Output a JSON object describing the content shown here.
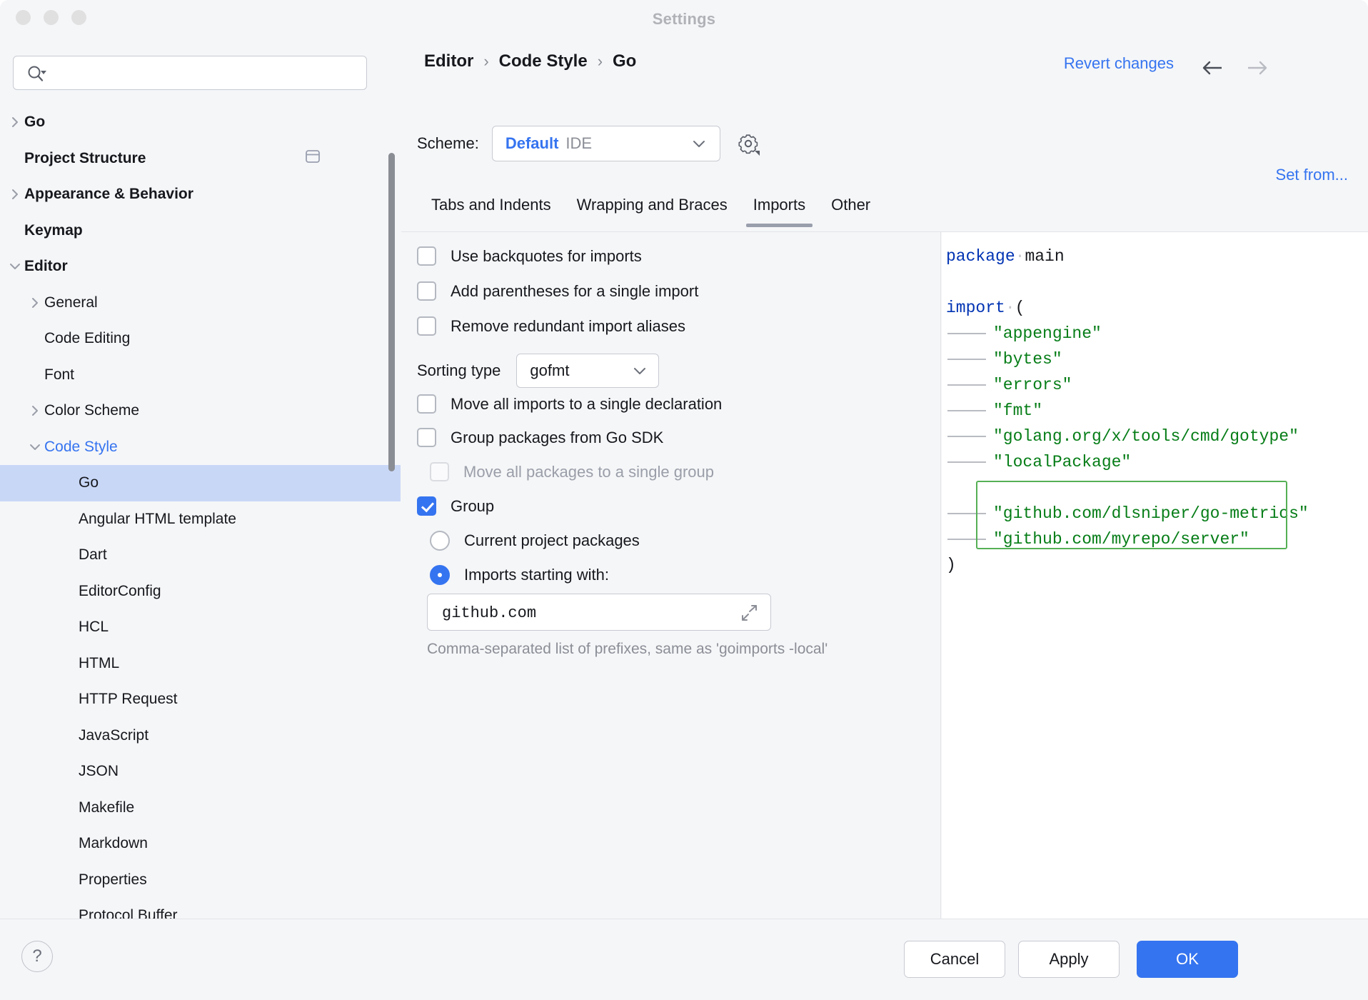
{
  "window": {
    "title": "Settings",
    "traffic_lights": [
      "close",
      "minimize",
      "zoom"
    ]
  },
  "sidebar": {
    "search": {
      "value": "",
      "placeholder": "",
      "icon": "search-icon"
    },
    "items": [
      {
        "label": "Go",
        "depth": 0,
        "bold": true,
        "arrow": "right",
        "selected": false
      },
      {
        "label": "Project Structure",
        "depth": 0,
        "bold": true,
        "arrow": "none",
        "selected": false,
        "trailing_icon": "window-icon"
      },
      {
        "label": "Appearance & Behavior",
        "depth": 0,
        "bold": true,
        "arrow": "right",
        "selected": false
      },
      {
        "label": "Keymap",
        "depth": 0,
        "bold": true,
        "arrow": "none",
        "selected": false
      },
      {
        "label": "Editor",
        "depth": 0,
        "bold": true,
        "arrow": "down",
        "selected": false
      },
      {
        "label": "General",
        "depth": 1,
        "bold": false,
        "arrow": "right",
        "selected": false
      },
      {
        "label": "Code Editing",
        "depth": 1,
        "bold": false,
        "arrow": "none",
        "selected": false
      },
      {
        "label": "Font",
        "depth": 1,
        "bold": false,
        "arrow": "none",
        "selected": false
      },
      {
        "label": "Color Scheme",
        "depth": 1,
        "bold": false,
        "arrow": "right",
        "selected": false
      },
      {
        "label": "Code Style",
        "depth": 1,
        "bold": false,
        "arrow": "down",
        "selected": false,
        "accent": true
      },
      {
        "label": "Go",
        "depth": 2,
        "bold": false,
        "arrow": "none",
        "selected": true
      },
      {
        "label": "Angular HTML template",
        "depth": 2,
        "bold": false,
        "arrow": "none",
        "selected": false
      },
      {
        "label": "Dart",
        "depth": 2,
        "bold": false,
        "arrow": "none",
        "selected": false
      },
      {
        "label": "EditorConfig",
        "depth": 2,
        "bold": false,
        "arrow": "none",
        "selected": false
      },
      {
        "label": "HCL",
        "depth": 2,
        "bold": false,
        "arrow": "none",
        "selected": false
      },
      {
        "label": "HTML",
        "depth": 2,
        "bold": false,
        "arrow": "none",
        "selected": false
      },
      {
        "label": "HTTP Request",
        "depth": 2,
        "bold": false,
        "arrow": "none",
        "selected": false
      },
      {
        "label": "JavaScript",
        "depth": 2,
        "bold": false,
        "arrow": "none",
        "selected": false
      },
      {
        "label": "JSON",
        "depth": 2,
        "bold": false,
        "arrow": "none",
        "selected": false
      },
      {
        "label": "Makefile",
        "depth": 2,
        "bold": false,
        "arrow": "none",
        "selected": false
      },
      {
        "label": "Markdown",
        "depth": 2,
        "bold": false,
        "arrow": "none",
        "selected": false
      },
      {
        "label": "Properties",
        "depth": 2,
        "bold": false,
        "arrow": "none",
        "selected": false
      },
      {
        "label": "Protocol Buffer",
        "depth": 2,
        "bold": false,
        "arrow": "none",
        "selected": false
      }
    ]
  },
  "header": {
    "breadcrumb": [
      "Editor",
      "Code Style",
      "Go"
    ],
    "separator": "›",
    "revert_label": "Revert changes",
    "back_icon": "arrow-left-icon",
    "forward_icon": "arrow-right-icon",
    "set_from_label": "Set from..."
  },
  "scheme": {
    "label": "Scheme:",
    "value": "Default",
    "sub": "IDE",
    "gear_icon": "gear-icon",
    "chevron_icon": "chevron-down-icon"
  },
  "tabs": [
    {
      "label": "Tabs and Indents",
      "active": false
    },
    {
      "label": "Wrapping and Braces",
      "active": false
    },
    {
      "label": "Imports",
      "active": true
    },
    {
      "label": "Other",
      "active": false
    }
  ],
  "options": {
    "use_backquotes": {
      "label": "Use backquotes for imports",
      "checked": false,
      "disabled": false
    },
    "add_parentheses": {
      "label": "Add parentheses for a single import",
      "checked": false,
      "disabled": false
    },
    "remove_aliases": {
      "label": "Remove redundant import aliases",
      "checked": false,
      "disabled": false
    },
    "sorting_label": "Sorting type",
    "sorting_value": "gofmt",
    "move_all_imports": {
      "label": "Move all imports to a single declaration",
      "checked": false,
      "disabled": false
    },
    "group_sdk": {
      "label": "Group packages from Go SDK",
      "checked": false,
      "disabled": false
    },
    "move_single_group": {
      "label": "Move all packages to a single group",
      "checked": false,
      "disabled": true
    },
    "group": {
      "label": "Group",
      "checked": true,
      "disabled": false
    },
    "radio_current": {
      "label": "Current project packages",
      "selected": false
    },
    "radio_prefix": {
      "label": "Imports starting with:",
      "selected": true
    },
    "prefix_value": "github.com",
    "prefix_placeholder": "",
    "expand_icon": "expand-icon",
    "hint": "Comma-separated list of prefixes, same as 'goimports -local'"
  },
  "preview": {
    "lines": [
      {
        "indent": 0,
        "tokens": [
          {
            "t": "package",
            "c": "kw"
          },
          {
            "t": "·",
            "c": "dot"
          },
          {
            "t": "main",
            "c": "pn"
          }
        ]
      },
      {
        "indent": 0,
        "tokens": []
      },
      {
        "indent": 0,
        "tokens": [
          {
            "t": "import",
            "c": "kw"
          },
          {
            "t": "·",
            "c": "dot"
          },
          {
            "t": "(",
            "c": "pn"
          }
        ]
      },
      {
        "indent": 1,
        "tokens": [
          {
            "t": "\"appengine\"",
            "c": "str"
          }
        ]
      },
      {
        "indent": 1,
        "tokens": [
          {
            "t": "\"bytes\"",
            "c": "str"
          }
        ]
      },
      {
        "indent": 1,
        "tokens": [
          {
            "t": "\"errors\"",
            "c": "str"
          }
        ]
      },
      {
        "indent": 1,
        "tokens": [
          {
            "t": "\"fmt\"",
            "c": "str"
          }
        ]
      },
      {
        "indent": 1,
        "tokens": [
          {
            "t": "\"golang.org/x/tools/cmd/gotype\"",
            "c": "str"
          }
        ]
      },
      {
        "indent": 1,
        "tokens": [
          {
            "t": "\"localPackage\"",
            "c": "str"
          }
        ]
      },
      {
        "indent": 0,
        "tokens": []
      },
      {
        "indent": 1,
        "tokens": [
          {
            "t": "\"github.com/dlsniper/go-metrics\"",
            "c": "str"
          }
        ]
      },
      {
        "indent": 1,
        "tokens": [
          {
            "t": "\"github.com/myrepo/server\"",
            "c": "str"
          }
        ]
      },
      {
        "indent": 0,
        "tokens": [
          {
            "t": ")",
            "c": "pn"
          }
        ]
      }
    ],
    "highlight_color": "#55b055"
  },
  "footer": {
    "help_label": "?",
    "cancel_label": "Cancel",
    "apply_label": "Apply",
    "ok_label": "OK"
  },
  "colors": {
    "accent": "#3574f0",
    "selection": "#c9d7f7",
    "background": "#f5f6f8",
    "string_green": "#067d17",
    "keyword_blue": "#0033b3"
  }
}
